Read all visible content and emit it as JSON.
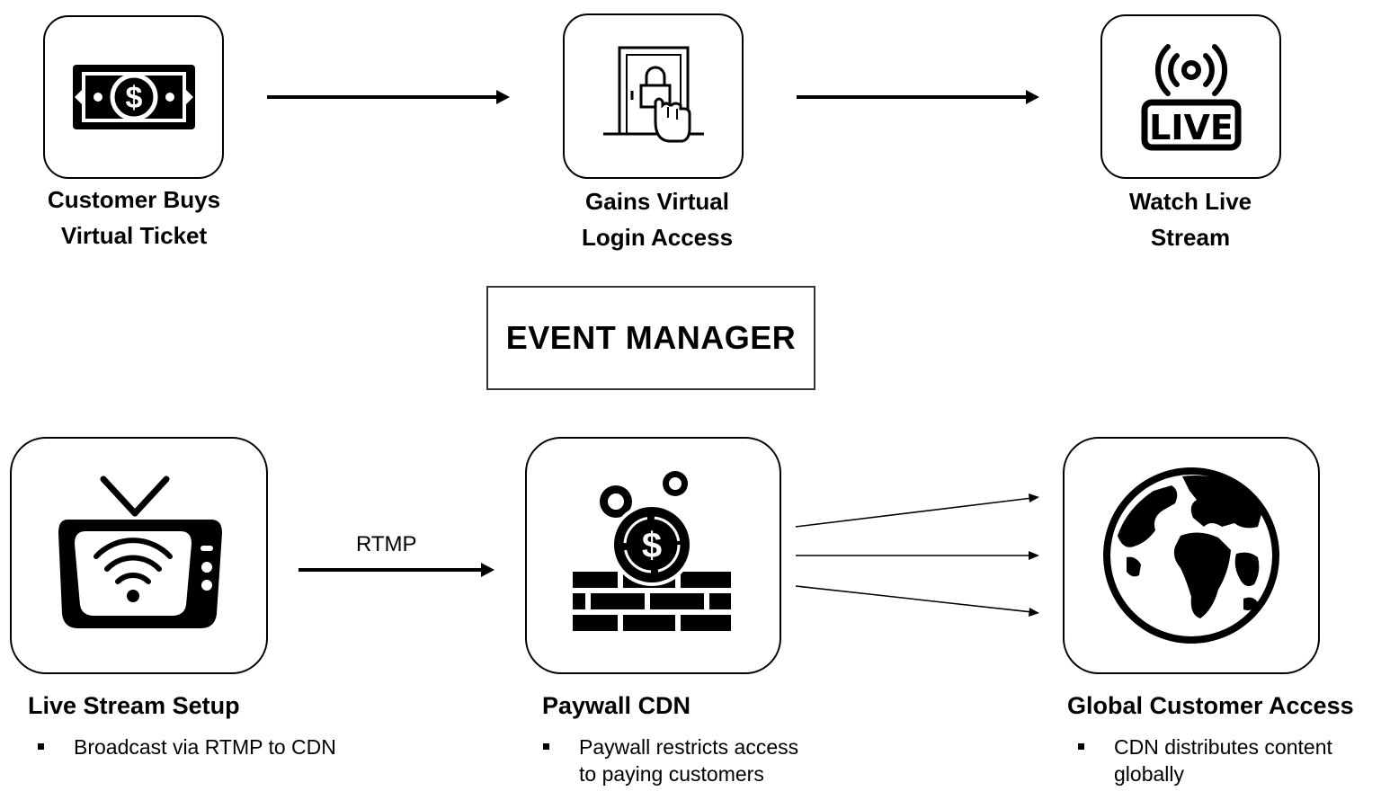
{
  "top_steps": [
    {
      "label_line1": "Customer Buys",
      "label_line2": "Virtual Ticket",
      "icon": "money-bill-icon"
    },
    {
      "label_line1": "Gains Virtual",
      "label_line2": "Login Access",
      "icon": "door-lock-touch-icon"
    },
    {
      "label_line1": "Watch Live",
      "label_line2": "Stream",
      "icon": "live-broadcast-icon",
      "icon_text": "LIVE"
    }
  ],
  "center_title": "EVENT MANAGER",
  "connector_label": "RTMP",
  "bottom_steps": [
    {
      "title": "Live Stream Setup",
      "bullet_line1": "Broadcast via RTMP to CDN",
      "bullet_line2": "",
      "icon": "tv-wifi-icon"
    },
    {
      "title": "Paywall CDN",
      "bullet_line1": "Paywall restricts access",
      "bullet_line2": "to paying customers",
      "icon": "coin-firewall-icon"
    },
    {
      "title": "Global Customer Access",
      "bullet_line1": "CDN distributes content",
      "bullet_line2": "globally",
      "icon": "globe-icon"
    }
  ]
}
